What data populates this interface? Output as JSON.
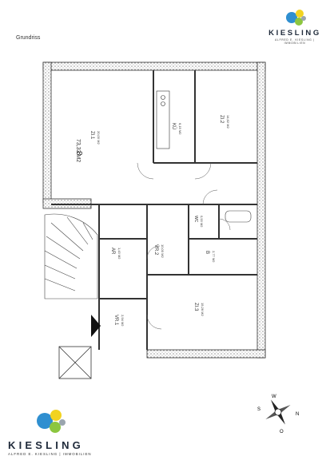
{
  "brand": {
    "name": "KIESLING",
    "tagline": "ALFRED E. KIESLING | IMMOBILIEN"
  },
  "page": {
    "title": "Grundriss"
  },
  "plan": {
    "unit_number": "8",
    "total_area": "73,33 M2",
    "rooms": [
      {
        "code": "ZI.1",
        "area": "20,00 M2"
      },
      {
        "code": "ZI.2",
        "area": "14,62 M2"
      },
      {
        "code": "KÜ",
        "area": "6,15 M2"
      },
      {
        "code": "VR.2",
        "area": "10,00 M2"
      },
      {
        "code": "AR",
        "area": "1,43 M2"
      },
      {
        "code": "B",
        "area": "2,77 M2"
      },
      {
        "code": "WC",
        "area": "0,93 M2"
      },
      {
        "code": "VR.1",
        "area": "2,94 M2"
      },
      {
        "code": "ZI.3",
        "area": "15,26 M2"
      }
    ]
  },
  "compass": {
    "north": "N",
    "south": "S",
    "west": "W",
    "east": "O"
  },
  "colors": {
    "dot_blue": "#2f8fd0",
    "dot_yellow": "#f2d321",
    "dot_green": "#8cc63f",
    "dot_gray": "#9aa5ae",
    "brand_text": "#1f2a3a"
  }
}
